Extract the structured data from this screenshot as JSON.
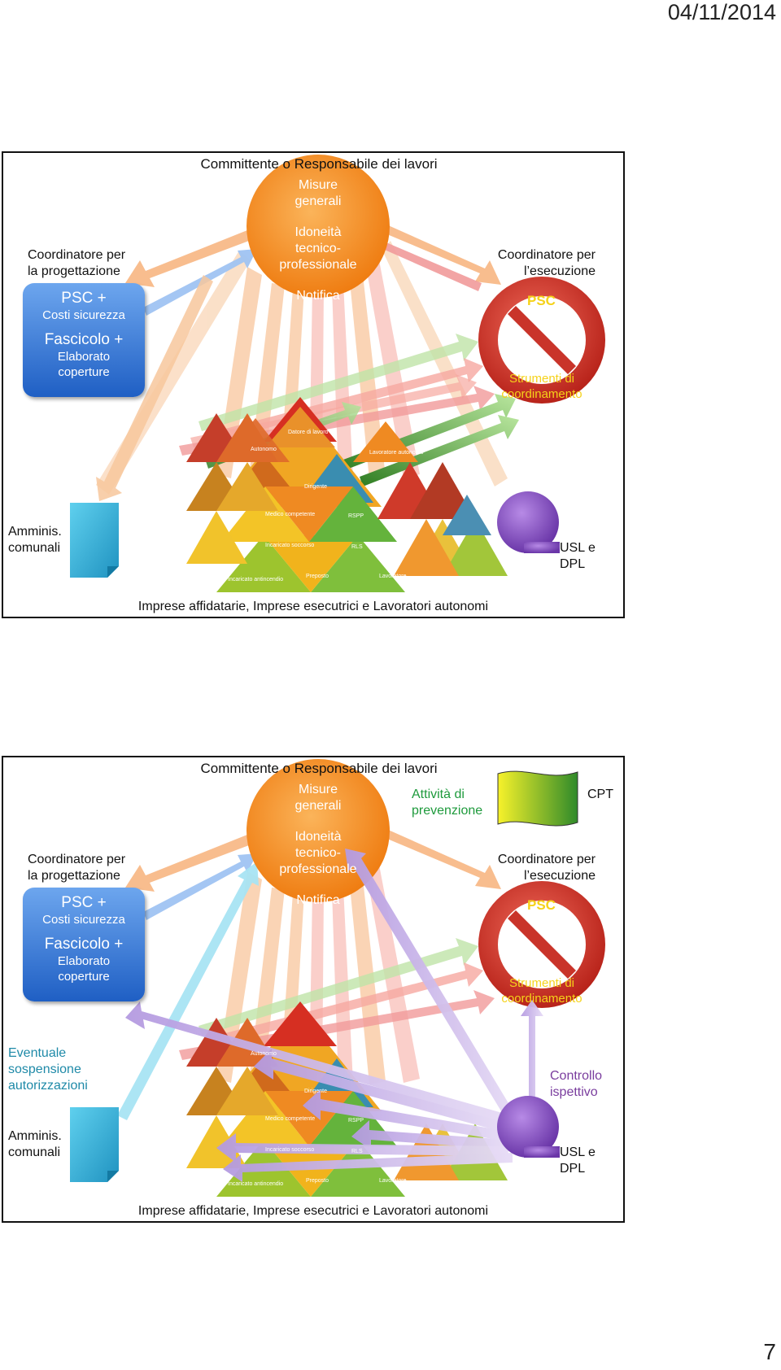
{
  "header": {
    "date": "04/11/2014"
  },
  "footer": {
    "page_number": "7"
  },
  "slide1": {
    "title": "Committente o Responsabile dei lavori",
    "circle": {
      "line1": "Misure",
      "line2": "generali",
      "line3": "Idoneità",
      "line4": "tecnico-",
      "line5": "professionale",
      "line6": "Notifica"
    },
    "left_coord": {
      "line1": "Coordinatore per",
      "line2": "la progettazione"
    },
    "right_coord": {
      "line1": "Coordinatore per",
      "line2": "l’esecuzione"
    },
    "psc_box": {
      "psc": "PSC +",
      "costi": "Costi sicurezza",
      "fascicolo": "Fascicolo +",
      "elab1": "Elaborato",
      "elab2": "coperture"
    },
    "stop_sign": {
      "psc": "PSC",
      "strumenti1": "Strumenti di",
      "strumenti2": "coordinamento"
    },
    "amminis": {
      "line1": "Amminis.",
      "line2": "comunali"
    },
    "usl": "USL e DPL",
    "bottom": "Imprese affidatarie, Imprese esecutrici e Lavoratori autonomi"
  },
  "slide2": {
    "title": "Committente o Responsabile dei lavori",
    "circle": {
      "line1": "Misure",
      "line2": "generali",
      "line3": "Idoneità",
      "line4": "tecnico-",
      "line5": "professionale",
      "line6": "Notifica"
    },
    "prevenzione": {
      "line1": "Attività di",
      "line2": "prevenzione"
    },
    "cpt": "CPT",
    "left_coord": {
      "line1": "Coordinatore per",
      "line2": "la progettazione"
    },
    "right_coord": {
      "line1": "Coordinatore per",
      "line2": "l’esecuzione"
    },
    "psc_box": {
      "psc": "PSC +",
      "costi": "Costi sicurezza",
      "fascicolo": "Fascicolo +",
      "elab1": "Elaborato",
      "elab2": "coperture"
    },
    "stop_sign": {
      "psc": "PSC",
      "strumenti1": "Strumenti di",
      "strumenti2": "coordinamento"
    },
    "sospensione": {
      "line1": "Eventuale",
      "line2": "sospensione",
      "line3": "autorizzazioni"
    },
    "controllo": {
      "line1": "Controllo",
      "line2": "ispettivo"
    },
    "amminis": {
      "line1": "Amminis.",
      "line2": "comunali"
    },
    "usl": "USL e DPL",
    "bottom": "Imprese affidatarie, Imprese esecutrici e Lavoratori autonomi"
  },
  "pyramid_labels": {
    "datore": "Datore di lavoro",
    "dirigente": "Dirigente",
    "medico": "Medico competente",
    "rspp": "RSPP",
    "incaricato_soccorso": "Incaricato soccorso",
    "rls": "RLS",
    "incaricato_antincendio": "Incaricato antincendio",
    "preposto": "Preposto",
    "lavoratore": "Lavoratore",
    "lavoratore_autonomo": "Lavoratore autonomo",
    "autonomo": "Autonomo"
  },
  "colors": {
    "orange_circle": "#f59a2e",
    "blue_box": "#2f72d6",
    "stop_red": "#d23a2e",
    "purple": "#8a5ac2",
    "teal_doc": "#3bb2d8",
    "green_text": "#1e9a3c",
    "teal_text": "#1f8aa8",
    "purple_text": "#7a3d9e",
    "yellow_text": "#f5d21a"
  }
}
